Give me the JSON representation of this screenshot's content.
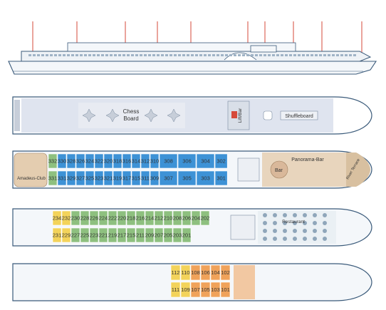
{
  "colors": {
    "hull_outline": "#3a5a7a",
    "hull_fill": "#f4f7fa",
    "deck_fill": "#dfe4ef",
    "blue_cabin": "#3d92d6",
    "green_cabin": "#8ec07f",
    "yellow_cabin": "#f3d35a",
    "orange_cabin": "#f0a25a",
    "lounge": "#e4cdb0",
    "bar": "#d9b89a",
    "marker": "#d64a3a",
    "text": "#333333"
  },
  "deck_sun": {
    "chess_label": [
      "Chess",
      "Board"
    ],
    "lift_label": "Lift/Bar",
    "shuffleboard_label": "Shuffleboard"
  },
  "deck_upper": {
    "cabins_top": [
      {
        "n": "332",
        "c": "green"
      },
      {
        "n": "330",
        "c": "blue"
      },
      {
        "n": "328",
        "c": "blue"
      },
      {
        "n": "326",
        "c": "blue"
      },
      {
        "n": "324",
        "c": "blue"
      },
      {
        "n": "322",
        "c": "blue"
      },
      {
        "n": "320",
        "c": "blue"
      },
      {
        "n": "318",
        "c": "blue"
      },
      {
        "n": "316",
        "c": "blue"
      },
      {
        "n": "314",
        "c": "blue"
      },
      {
        "n": "312",
        "c": "blue"
      },
      {
        "n": "310",
        "c": "blue"
      },
      {
        "n": "308",
        "c": "blue",
        "w": 2
      },
      {
        "n": "306",
        "c": "blue",
        "w": 2
      },
      {
        "n": "304",
        "c": "blue",
        "w": 2
      },
      {
        "n": "302",
        "c": "blue",
        "w": 1.4
      }
    ],
    "cabins_bottom": [
      {
        "n": "331",
        "c": "green"
      },
      {
        "n": "331",
        "c": "blue"
      },
      {
        "n": "329",
        "c": "blue"
      },
      {
        "n": "327",
        "c": "blue"
      },
      {
        "n": "325",
        "c": "blue"
      },
      {
        "n": "323",
        "c": "blue"
      },
      {
        "n": "321",
        "c": "blue"
      },
      {
        "n": "319",
        "c": "blue"
      },
      {
        "n": "317",
        "c": "blue"
      },
      {
        "n": "315",
        "c": "blue"
      },
      {
        "n": "311",
        "c": "blue"
      },
      {
        "n": "309",
        "c": "blue"
      },
      {
        "n": "307",
        "c": "blue",
        "w": 2
      },
      {
        "n": "305",
        "c": "blue",
        "w": 2
      },
      {
        "n": "303",
        "c": "blue",
        "w": 2
      },
      {
        "n": "301",
        "c": "blue",
        "w": 1.4
      }
    ],
    "amadeus_club": "Amadeus-Club",
    "panorama_bar": "Panorama-Bar",
    "bar": "Bar",
    "river_terrace": "River Terrace"
  },
  "deck_middle": {
    "cabins_top": [
      {
        "n": "234",
        "c": "yellow"
      },
      {
        "n": "232",
        "c": "yellow"
      },
      {
        "n": "230",
        "c": "green"
      },
      {
        "n": "228",
        "c": "green"
      },
      {
        "n": "226",
        "c": "green"
      },
      {
        "n": "224",
        "c": "green"
      },
      {
        "n": "222",
        "c": "green"
      },
      {
        "n": "220",
        "c": "green"
      },
      {
        "n": "218",
        "c": "green"
      },
      {
        "n": "216",
        "c": "green"
      },
      {
        "n": "214",
        "c": "green"
      },
      {
        "n": "212",
        "c": "green"
      },
      {
        "n": "210",
        "c": "green"
      },
      {
        "n": "208",
        "c": "green"
      },
      {
        "n": "206",
        "c": "green"
      },
      {
        "n": "204",
        "c": "green"
      },
      {
        "n": "202",
        "c": "green"
      }
    ],
    "cabins_bottom": [
      {
        "n": "231",
        "c": "yellow"
      },
      {
        "n": "229",
        "c": "yellow"
      },
      {
        "n": "227",
        "c": "green"
      },
      {
        "n": "225",
        "c": "green"
      },
      {
        "n": "223",
        "c": "green"
      },
      {
        "n": "221",
        "c": "green"
      },
      {
        "n": "219",
        "c": "green"
      },
      {
        "n": "217",
        "c": "green"
      },
      {
        "n": "215",
        "c": "green"
      },
      {
        "n": "211",
        "c": "green"
      },
      {
        "n": "209",
        "c": "green"
      },
      {
        "n": "207",
        "c": "green"
      },
      {
        "n": "205",
        "c": "green"
      },
      {
        "n": "203",
        "c": "green"
      },
      {
        "n": "201",
        "c": "green"
      }
    ],
    "restaurant": "Restaurant"
  },
  "deck_main": {
    "cabins_top": [
      {
        "n": "112",
        "c": "yellow"
      },
      {
        "n": "110",
        "c": "yellow"
      },
      {
        "n": "108",
        "c": "orange"
      },
      {
        "n": "106",
        "c": "orange"
      },
      {
        "n": "104",
        "c": "orange"
      },
      {
        "n": "102",
        "c": "orange"
      }
    ],
    "cabins_bottom": [
      {
        "n": "111",
        "c": "yellow"
      },
      {
        "n": "109",
        "c": "yellow"
      },
      {
        "n": "107",
        "c": "orange"
      },
      {
        "n": "105",
        "c": "orange"
      },
      {
        "n": "103",
        "c": "orange"
      },
      {
        "n": "101",
        "c": "orange"
      }
    ]
  }
}
